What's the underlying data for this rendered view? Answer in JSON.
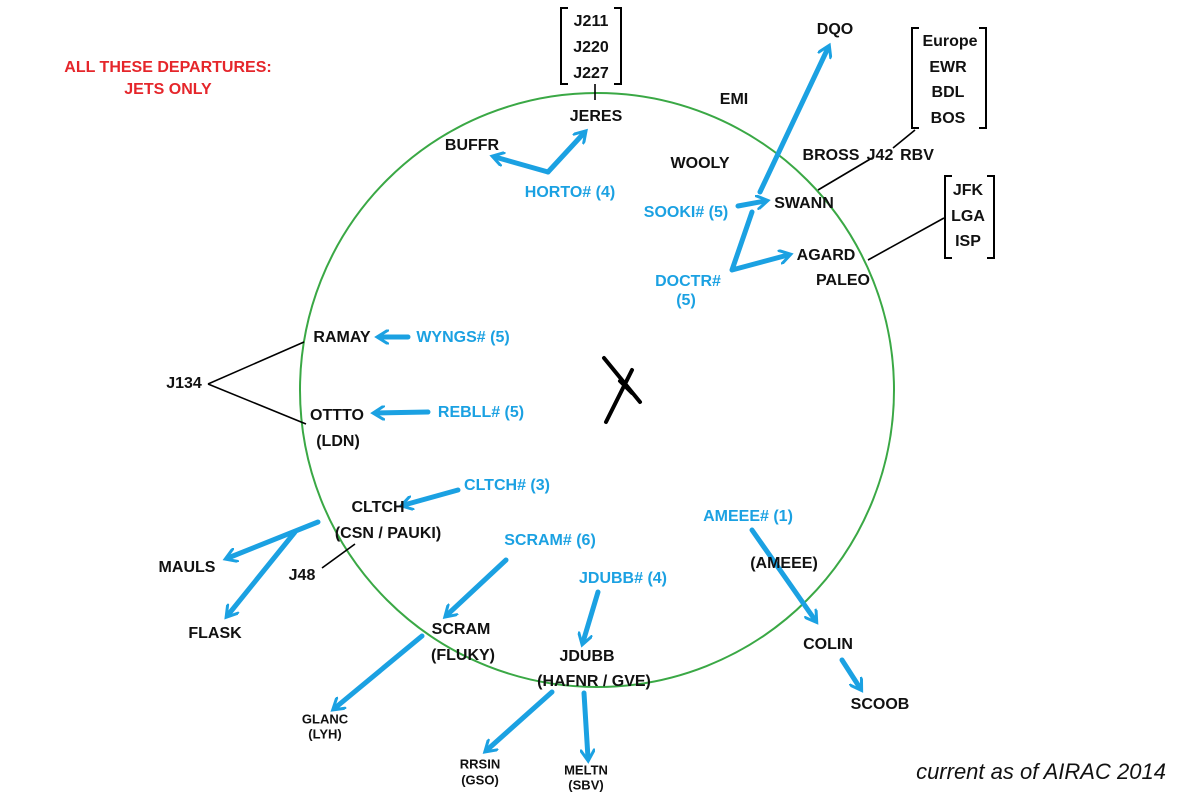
{
  "colors": {
    "arrow": "#1ba1e2",
    "circle": "#3aa845",
    "warning": "#e5262b",
    "line": "#000000"
  },
  "warning": {
    "line1": "ALL THESE DEPARTURES:",
    "line2": "JETS ONLY"
  },
  "airways": {
    "j211": "J211",
    "j220": "J220",
    "j227": "J227",
    "j134": "J134",
    "j42": "J42",
    "j48": "J48"
  },
  "destinations_north": {
    "europe": "Europe",
    "ewr": "EWR",
    "bdl": "BDL",
    "bos": "BOS"
  },
  "destinations_east": {
    "jfk": "JFK",
    "lga": "LGA",
    "isp": "ISP"
  },
  "fixes": {
    "dqo": "DQO",
    "emi": "EMI",
    "jeres": "JERES",
    "buffr": "BUFFR",
    "wooly": "WOOLY",
    "bross": "BROSS",
    "rbv": "RBV",
    "swann": "SWANN",
    "agard": "AGARD",
    "paleo": "PALEO",
    "ramay": "RAMAY",
    "ottto": "OTTTO",
    "ldn": "(LDN)",
    "cltch": "CLTCH",
    "csn_pauki": "(CSN / PAUKI)",
    "mauls": "MAULS",
    "flask": "FLASK",
    "scram": "SCRAM",
    "fluky": "(FLUKY)",
    "glanc": "GLANC",
    "lyh": "(LYH)",
    "jdubb": "JDUBB",
    "hafnr_gve": "(HAFNR / GVE)",
    "rrsin": "RRSIN",
    "gso": "(GSO)",
    "meltn": "MELTN",
    "sbv": "(SBV)",
    "ameee_fix": "(AMEEE)",
    "colin": "COLIN",
    "scoob": "SCOOB"
  },
  "procedures": {
    "horto": "HORTO# (4)",
    "sooki": "SOOKI# (5)",
    "doctr": "DOCTR#",
    "doctr_num": "(5)",
    "wyngs": "WYNGS# (5)",
    "rebll": "REBLL# (5)",
    "cltch": "CLTCH# (3)",
    "scram": "SCRAM# (6)",
    "jdubb": "JDUBB# (4)",
    "ameee": "AMEEE# (1)"
  },
  "footer": {
    "note": "current as of AIRAC 2014"
  }
}
